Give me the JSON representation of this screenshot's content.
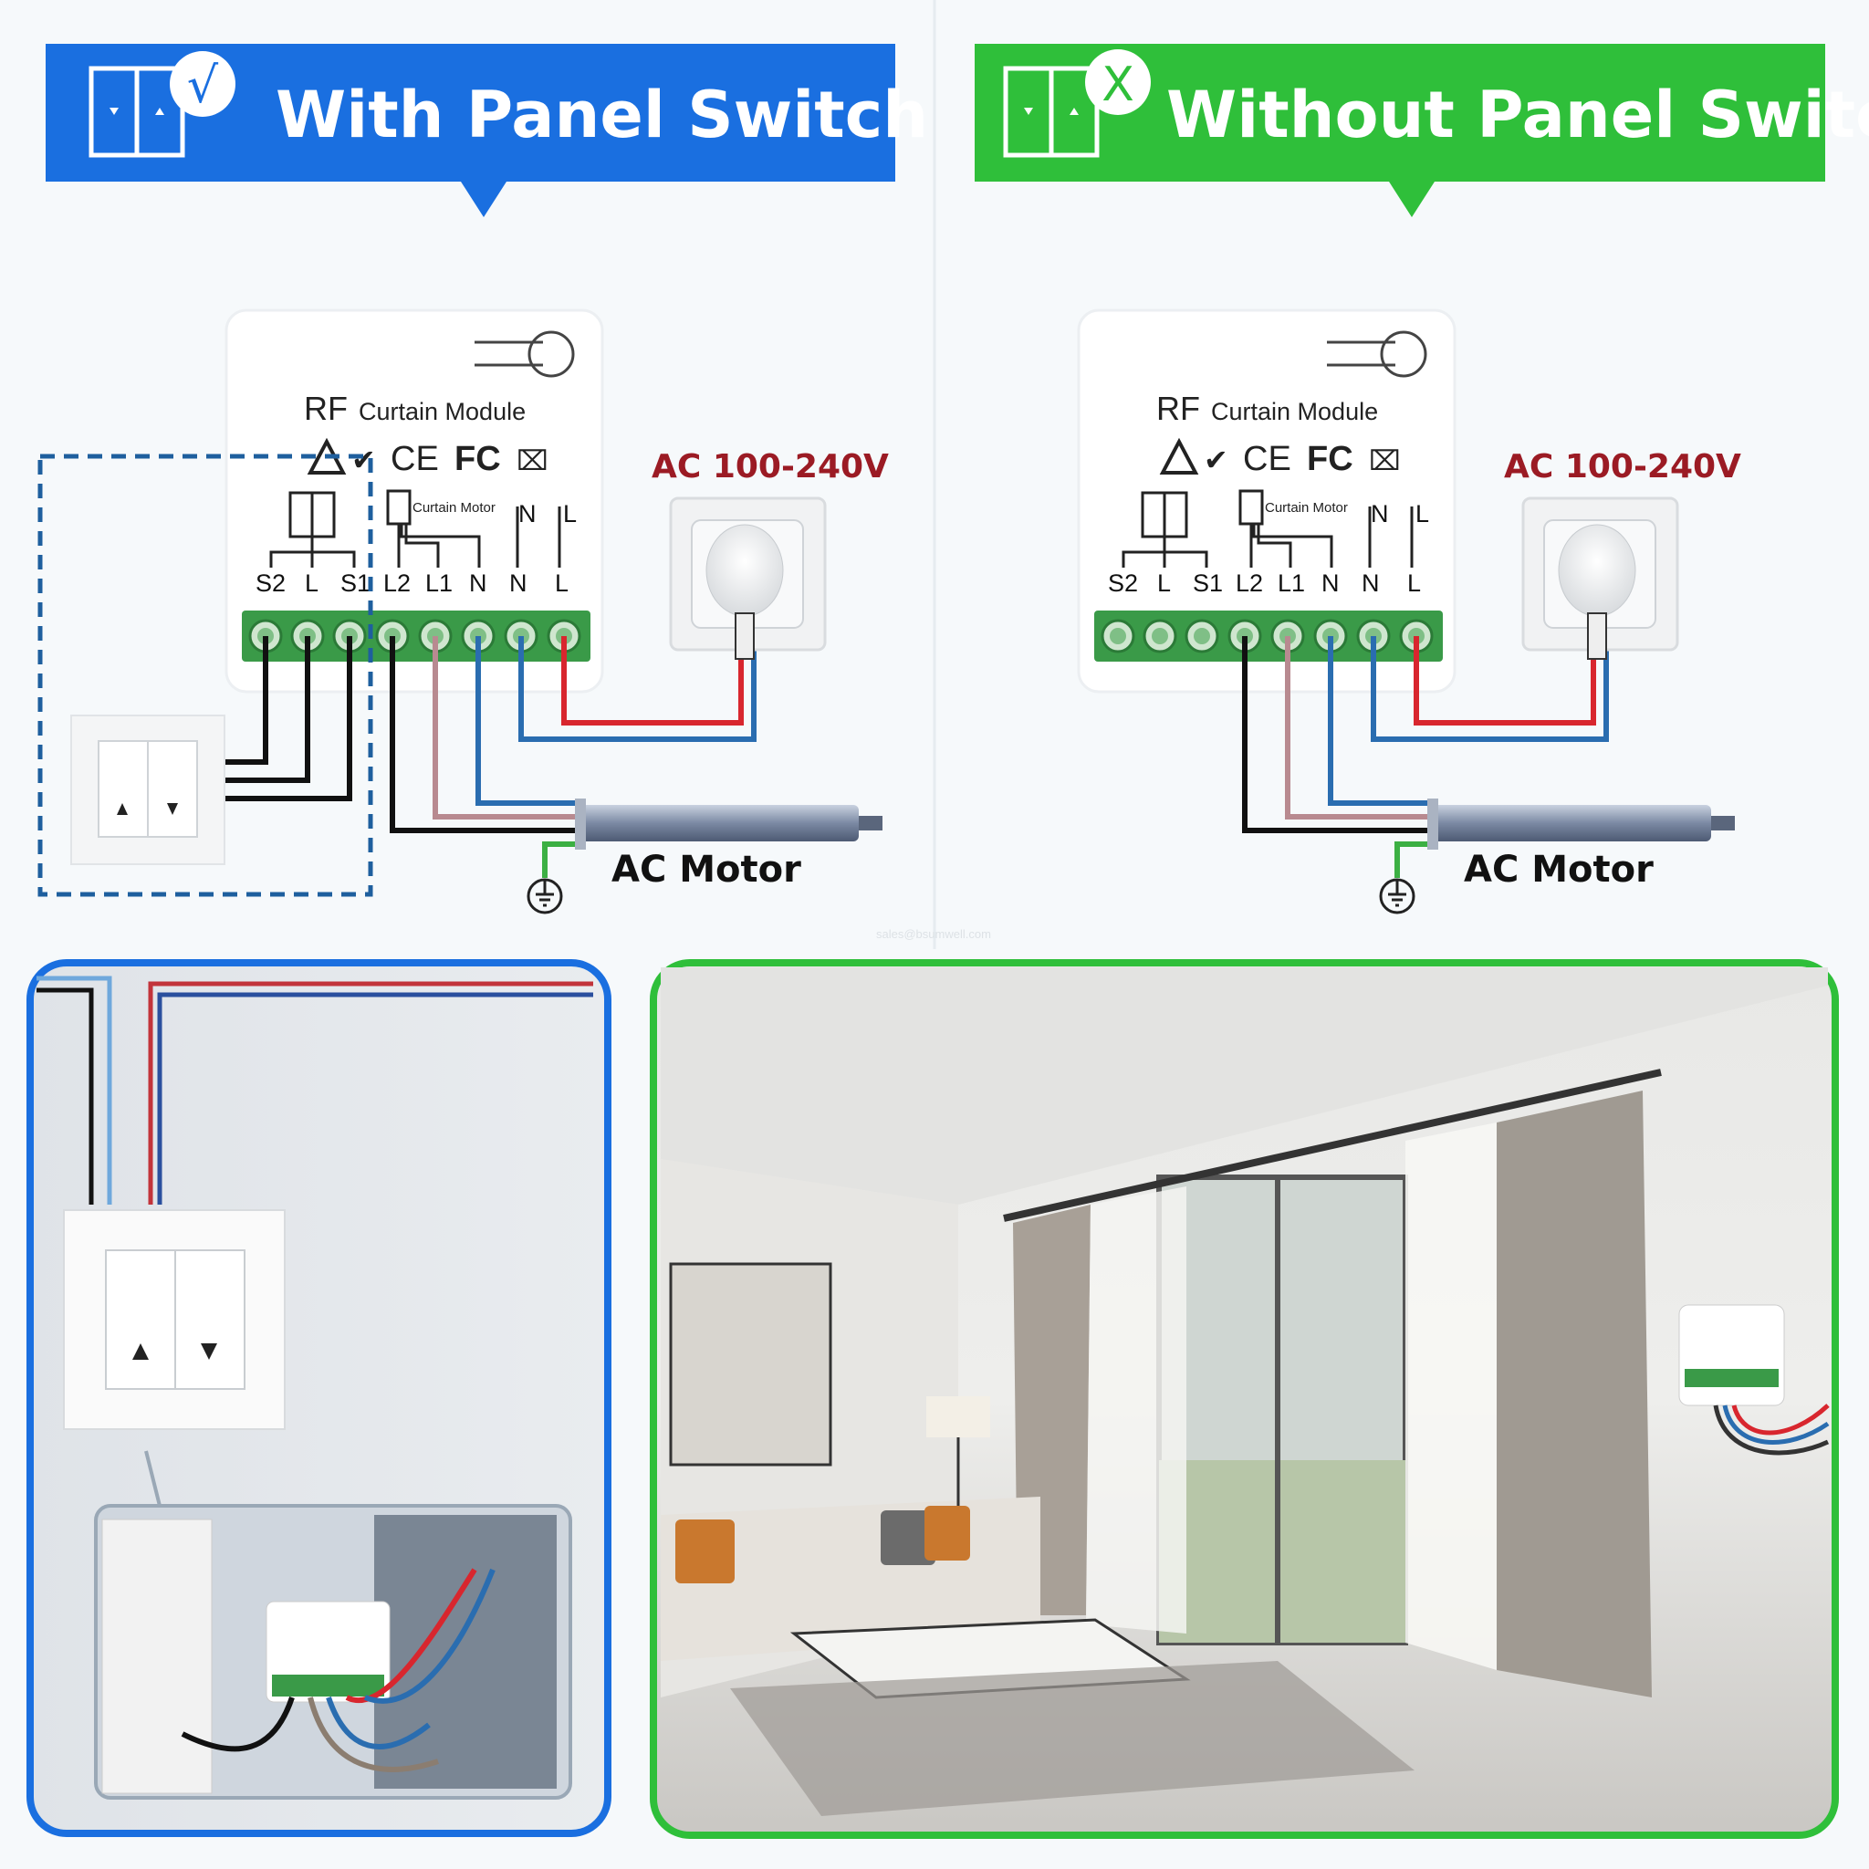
{
  "left_panel": {
    "title": "With Panel Switch",
    "badge_icon": "checkmark-icon",
    "color": "#1a6fe0",
    "module": {
      "title_prefix": "RF",
      "title": "Curtain Module",
      "certifications": [
        "CE",
        "FC"
      ],
      "motor_label": "Curtain Motor",
      "terminals": [
        "S2",
        "L",
        "S1",
        "L2",
        "L1",
        "N",
        "N",
        "L"
      ],
      "top_labels": [
        "N",
        "L"
      ]
    },
    "power_label": "AC 100-240V",
    "motor_label": "AC Motor"
  },
  "right_panel": {
    "title": "Without Panel Switch",
    "badge_icon": "x-icon",
    "color": "#2fbf3a",
    "module": {
      "title_prefix": "RF",
      "title": "Curtain Module",
      "certifications": [
        "CE",
        "FC"
      ],
      "motor_label": "Curtain Motor",
      "terminals": [
        "S2",
        "L",
        "S1",
        "L2",
        "L1",
        "N",
        "N",
        "L"
      ],
      "top_labels": [
        "N",
        "L"
      ]
    },
    "power_label": "AC 100-240V",
    "motor_label": "AC Motor"
  },
  "watermark": "sales@bsumwell.com",
  "colors": {
    "live": "#d8262e",
    "neutral": "#2a6db0",
    "switch": "#111111",
    "motor_l1": "#b88a90",
    "earth": "#3cb043",
    "terminal_block": "#3a9a48"
  }
}
